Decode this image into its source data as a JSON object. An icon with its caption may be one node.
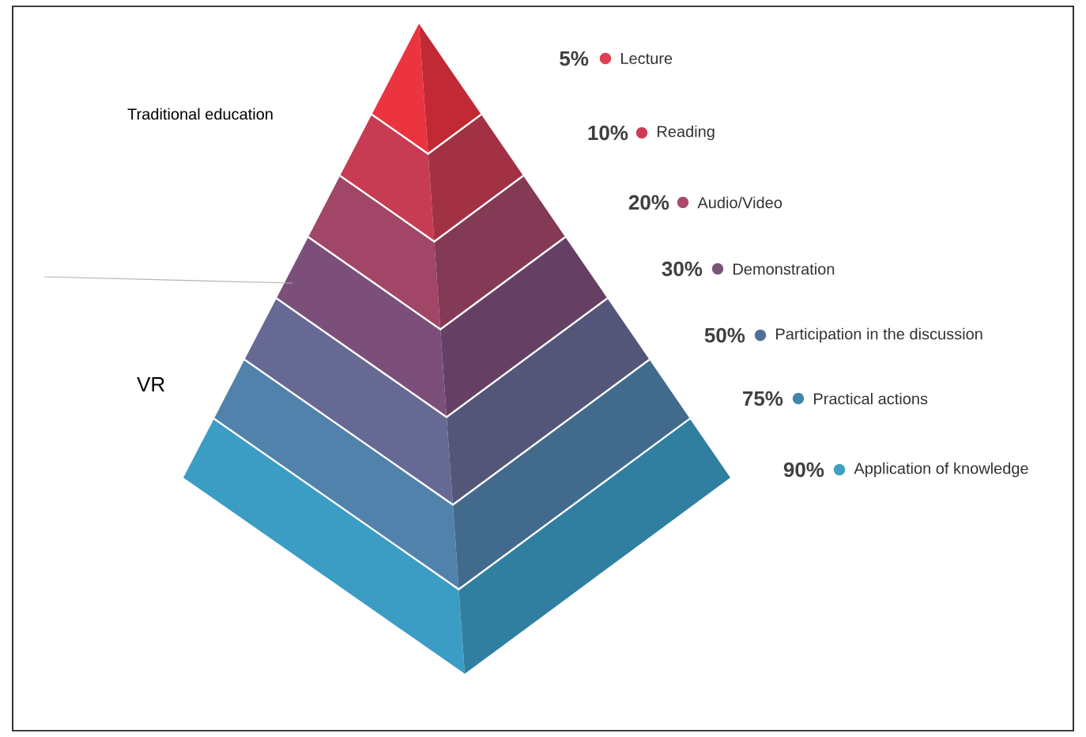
{
  "diagram": {
    "labels": [
      "Traditional education",
      "VR",
      "5%",
      "10%",
      "20%",
      "30%",
      "50%",
      "75%",
      "90%"
    ],
    "legend": [
      {
        "text": "Lecture",
        "color": "#e0404e"
      },
      {
        "text": "Reading",
        "color": "#d03c58"
      },
      {
        "text": "Audio/Video",
        "color": "#a84a6c"
      },
      {
        "text": "Demonstration",
        "color": "#7a5478"
      },
      {
        "text": "Participation in the discussion",
        "color": "#4f6f95"
      },
      {
        "text": "Practical actions",
        "color": "#3f86a8"
      },
      {
        "text": "Application of knowledge",
        "color": "#3f9fc2"
      }
    ]
  }
}
